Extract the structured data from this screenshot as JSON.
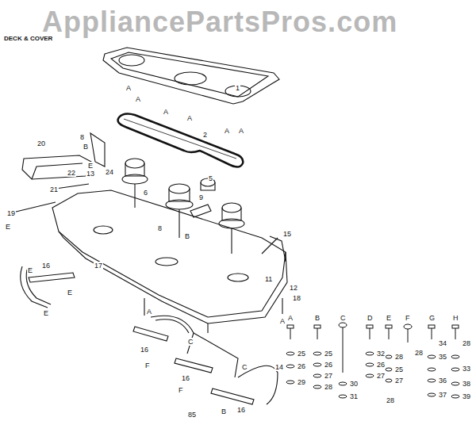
{
  "diagram": {
    "title": "DECK & COVER",
    "labels": [
      "AppliancePartsPros.com",
      "1",
      "A",
      "A",
      "A",
      "A",
      "A",
      "A",
      "2",
      "20",
      "8",
      "B",
      "24",
      "22",
      "E",
      "13",
      "21",
      "19",
      "E",
      "6",
      "5",
      "9",
      "8",
      "B",
      "15",
      "17",
      "11",
      "12",
      "18",
      "A",
      "E",
      "16",
      "E",
      "E",
      "A",
      "16",
      "F",
      "C",
      "16",
      "F",
      "C",
      "14",
      "16",
      "B",
      "85",
      "A",
      "B",
      "C",
      "D",
      "E",
      "F",
      "G",
      "H",
      "25",
      "26",
      "29",
      "25",
      "26",
      "27",
      "28",
      "30",
      "31",
      "32",
      "26",
      "27",
      "28",
      "25",
      "27",
      "28",
      "34",
      "35",
      "36",
      "37",
      "28",
      "33",
      "38",
      "39",
      "28"
    ]
  }
}
